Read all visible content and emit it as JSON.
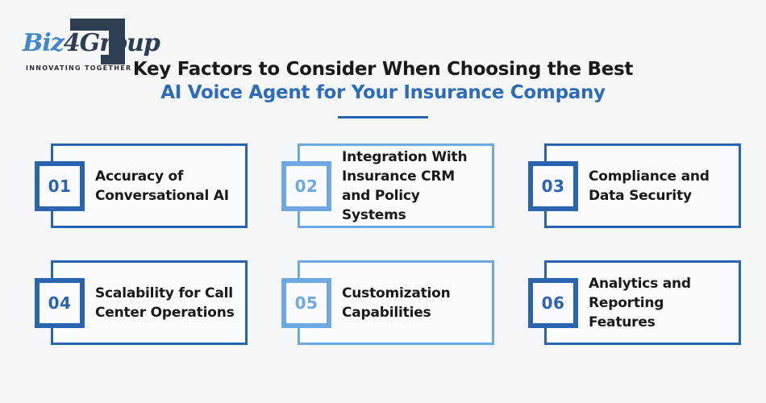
{
  "logo": {
    "brand_biz": "Biz",
    "brand_4": "4",
    "brand_group": "Group",
    "tagline": "INNOVATING TOGETHER"
  },
  "header": {
    "title_line1": "Key Factors to Consider When Choosing the Best",
    "title_line2": "AI Voice Agent for Your Insurance Company"
  },
  "cards": [
    {
      "number": "01",
      "label": "Accuracy of\nConversational AI",
      "theme": "dark"
    },
    {
      "number": "02",
      "label": "Integration With\nInsurance CRM\nand Policy Systems",
      "theme": "light"
    },
    {
      "number": "03",
      "label": "Compliance and\nData Security",
      "theme": "dark"
    },
    {
      "number": "04",
      "label": "Scalability for Call\nCenter Operations",
      "theme": "dark"
    },
    {
      "number": "05",
      "label": "Customization\nCapabilities",
      "theme": "light"
    },
    {
      "number": "06",
      "label": "Analytics and\nReporting Features",
      "theme": "dark"
    }
  ],
  "colors": {
    "page_background": "#f5f7f9",
    "card_background": "#fbfcfe",
    "dark_blue": "#2b63ae",
    "light_blue": "#6fa7e3",
    "title_accent": "#2e6cb8",
    "text_dark": "#17191d",
    "logo_navy": "#2d3e53",
    "logo_blue": "#4187cb"
  }
}
